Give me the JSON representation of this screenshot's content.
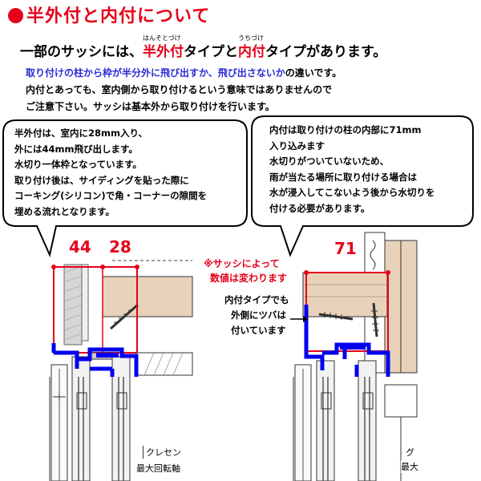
{
  "header": {
    "title": "半外付と内付について"
  },
  "subtitle": {
    "prefix": "一部のサッシには、",
    "type1": "半外付",
    "type1_ruby": "はんそとづけ",
    "mid": "タイプと",
    "type2": "内付",
    "type2_ruby": "うちづけ",
    "suffix": "タイプがあります。"
  },
  "notes": {
    "line1": "取り付けの柱から枠が半分外に飛び出すか、飛び出さないか",
    "line1_end": "の違いです。",
    "line2": "内付とあっても、室内側から取り付けるという意味ではありませんので",
    "line3": "ご注意下さい。サッシは基本外から取り付けを行います。"
  },
  "bubble_left": {
    "lines": [
      "半外付は、室内に28mm入り、",
      "外には44mm飛び出します。",
      "水切り一体枠となっています。",
      "取り付け後は、サイディングを貼った際に",
      "コーキング(シリコン)で角・コーナーの隙間を",
      "埋める流れとなります。"
    ]
  },
  "bubble_right": {
    "lines": [
      "内付は取り付けの柱の内部に71mm",
      "入り込みます",
      "水切りがついていないため、",
      "雨が当たる場所に取り付ける場合は",
      "水が浸入してこないよう後から水切りを",
      "付ける必要があります。"
    ]
  },
  "annotations": {
    "sash_note_line1": "※サッシによって",
    "sash_note_line2": "数値は変わります",
    "flange_note_line1": "内付タイプでも",
    "flange_note_line2": "外側にツバは",
    "flange_note_line3": "付いています"
  },
  "dimensions": {
    "left_outer": "44",
    "left_inner": "28",
    "right": "71"
  },
  "drawing_labels": {
    "left_1": "クレセン",
    "left_2": "最大回転軸",
    "right_1": "グ",
    "right_2": "最大"
  },
  "colors": {
    "accent_red": "#e6001a",
    "accent_blue": "#2a2ad6",
    "frame_blue": "#0000ee",
    "wood": "#e8d2ba"
  }
}
